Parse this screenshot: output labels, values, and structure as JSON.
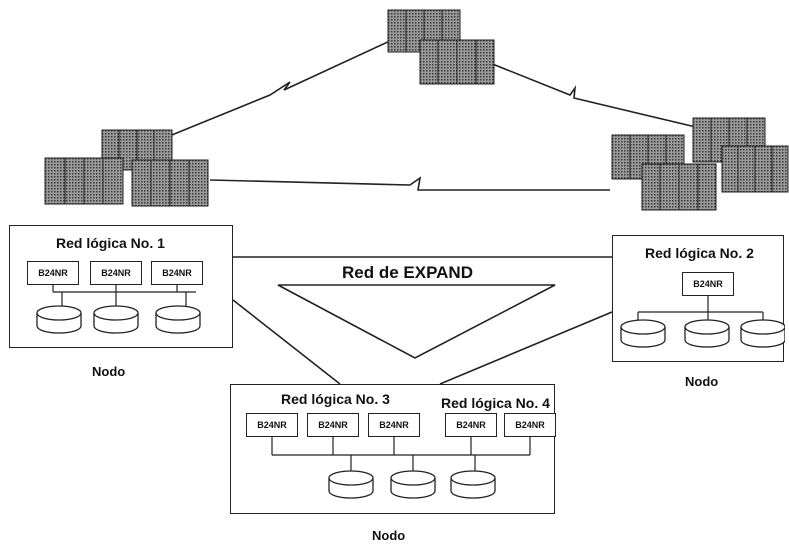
{
  "network": {
    "title": "Red de EXPAND"
  },
  "nodes": [
    {
      "title": "Red lógica No. 1",
      "caption": "Nodo",
      "units": [
        "B24NR",
        "B24NR",
        "B24NR"
      ]
    },
    {
      "title": "Red lógica No. 2",
      "caption": "Nodo",
      "units": [
        "B24NR"
      ]
    },
    {
      "titles": [
        "Red lógica No. 3",
        "Red lógica No. 4"
      ],
      "caption": "Nodo",
      "units": [
        "B24NR",
        "B24NR",
        "B24NR",
        "B24NR",
        "B24NR"
      ]
    }
  ],
  "icons": [
    "computer-cabinet-icon",
    "disk-icon"
  ],
  "colors": {
    "ink": "#222222",
    "cabinet": "#7a7a7a",
    "background": "#ffffff"
  }
}
